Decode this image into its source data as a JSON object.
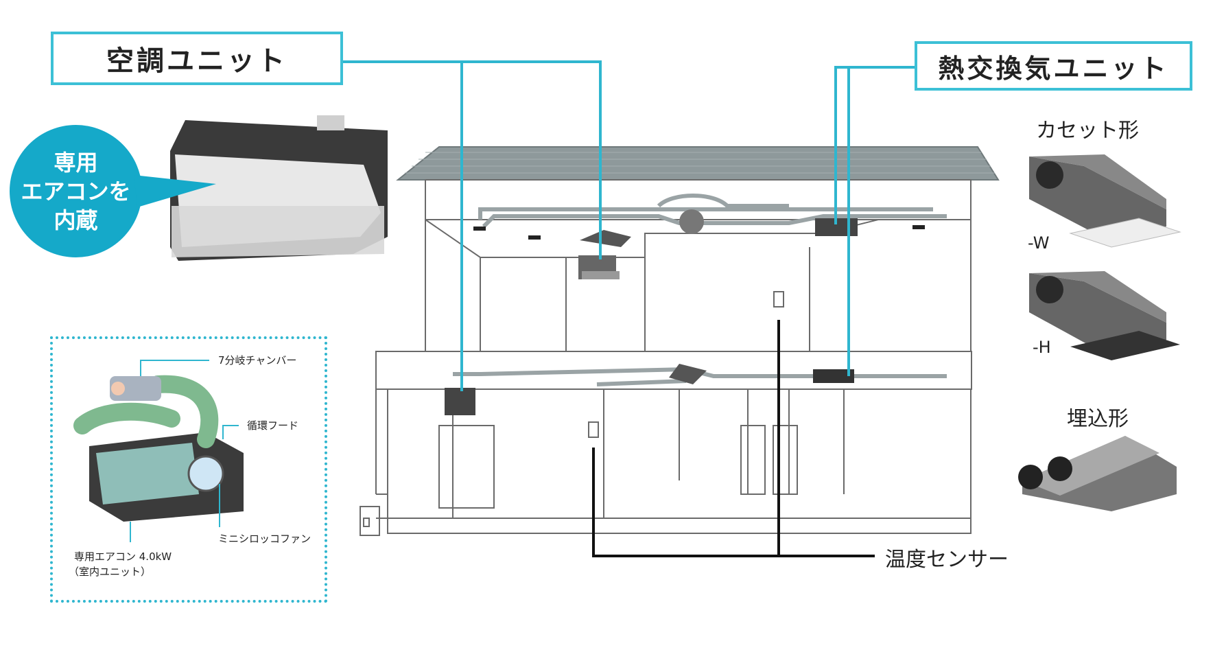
{
  "labels": {
    "aircon_unit": "空調ユニット",
    "heat_exchange_unit": "熱交換気ユニット",
    "cassette_type": "カセット形",
    "cassette_w": "-W",
    "cassette_h": "-H",
    "embedded_type": "埋込形",
    "temperature_sensor": "温度センサー"
  },
  "bubble": {
    "line1": "専用",
    "line2": "エアコンを",
    "line3": "内蔵"
  },
  "detail": {
    "chamber": "7分岐チャンバー",
    "hood": "循環フード",
    "fan": "ミニシロッコファン",
    "aircon_line1": "専用エアコン 4.0kW",
    "aircon_line2": "（室内ユニット）"
  },
  "colors": {
    "accent": "#3cc0d6",
    "bubble": "#15a9c9",
    "sensor_line": "#111111"
  }
}
